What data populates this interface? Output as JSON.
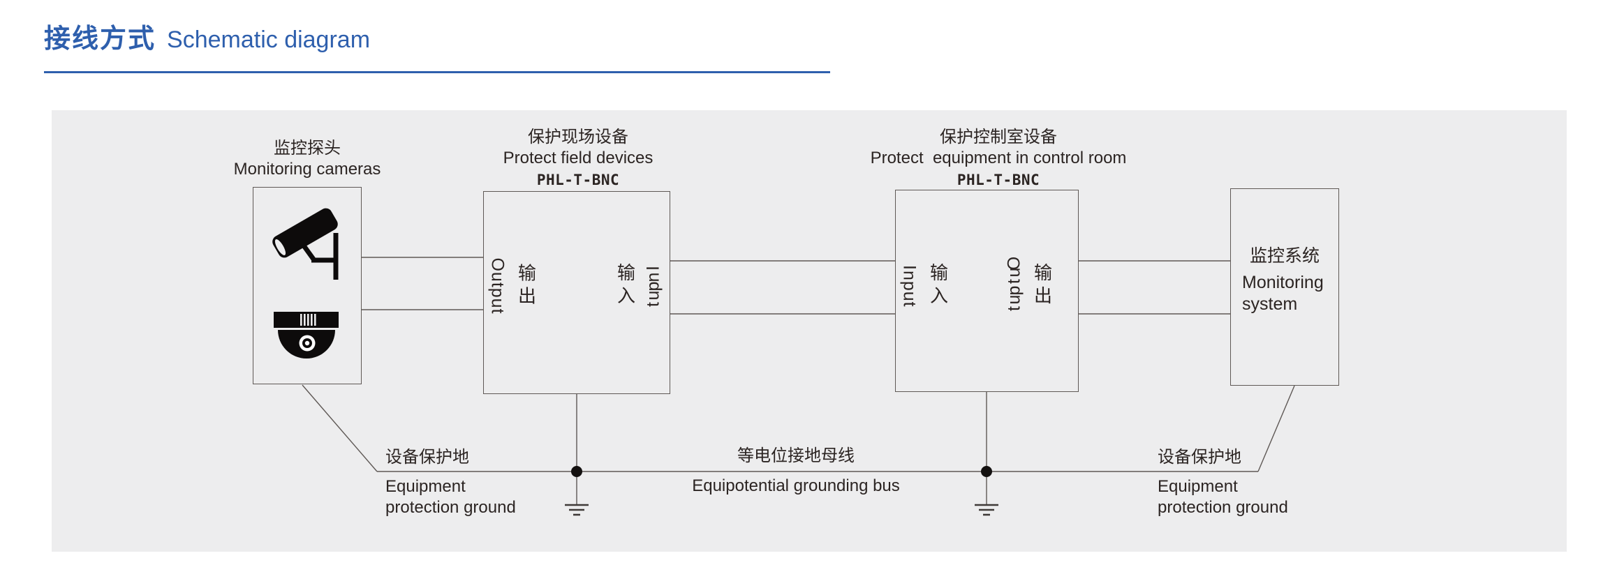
{
  "title": {
    "zh": "接线方式",
    "en": "Schematic diagram"
  },
  "camera": {
    "label_zh": "监控探头",
    "label_en": "Monitoring cameras"
  },
  "spd_field": {
    "header_zh": "保护现场设备",
    "header_en": "Protect field devices",
    "model": "PHL-T-BNC",
    "output_en": "Output",
    "output_zh": "输出",
    "input_zh": "输入",
    "input_en": "Input"
  },
  "spd_control": {
    "header_zh": "保护控制室设备",
    "header_en": "Protect  equipment in control room",
    "model": "PHL-T-BNC",
    "input_en": "Input",
    "input_zh": "输入",
    "output_en": "Output",
    "output_zh": "输出"
  },
  "monitor": {
    "label_zh": "监控系统",
    "label_en_line1": "Monitoring",
    "label_en_line2": "system"
  },
  "ground_left": {
    "zh": "设备保护地",
    "en_line1": "Equipment",
    "en_line2": "protection ground"
  },
  "bus": {
    "zh": "等电位接地母线",
    "en": "Equipotential grounding bus"
  },
  "ground_right": {
    "zh": "设备保护地",
    "en_line1": "Equipment",
    "en_line2": "protection ground"
  },
  "colors": {
    "accent_blue": "#2e5fad",
    "panel_bg": "#ededee",
    "line": "#5e5855",
    "text": "#2b2422",
    "icon_black": "#0d0b0b"
  }
}
